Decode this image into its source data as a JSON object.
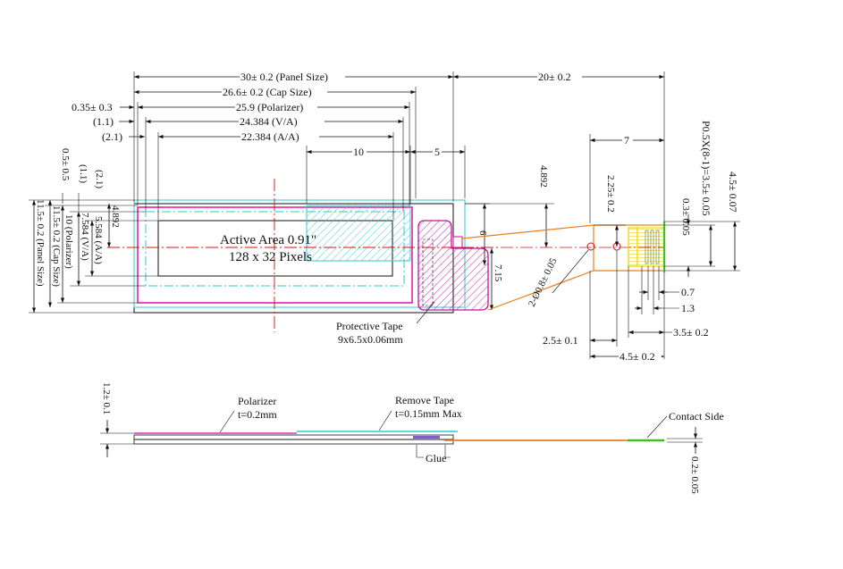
{
  "dimensions": {
    "panel_width": "30± 0.2 (Panel Size)",
    "cap_width": "26.6± 0.2 (Cap Size)",
    "polarizer_width": "25.9 (Polarizer)",
    "va_width": "24.384 (V/A)",
    "aa_width": "22.384 (A/A)",
    "left_offset_1": "0.35± 0.3",
    "left_offset_2": "(1.1)",
    "left_offset_3": "(2.1)",
    "ten": "10",
    "five": "5",
    "fpc_length": "20± 0.2",
    "panel_height": "11.5± 0.2 (Panel Size)",
    "cap_height": "11.5± 0.2 (Cap Size)",
    "polarizer_height": "10 (Polarizer)",
    "va_height": "7.584 (V/A)",
    "aa_height": "5.584 (A/A)",
    "v_offset_1": "0.5± 0.5",
    "v_offset_2": "(1.1)",
    "v_offset_3": "(2.1)",
    "v_4892_a": "4.892",
    "v_4892_b": "4.892",
    "six": "6",
    "seven_15": "7.15",
    "seven": "7",
    "pitch": "P0.5X(8-1)=3.5± 0.05",
    "v_4_5": "4.5± 0.07",
    "v_0_3": "0.3± 0.05",
    "v_2_25": "2.25± 0.2",
    "hole": "2-Ø0.8± 0.05",
    "d_0_7": "0.7",
    "d_1_3": "1.3",
    "d_2_5": "2.5± 0.1",
    "d_3_5": "3.5± 0.2",
    "d_4_5": "4.5± 0.2",
    "thickness": "1.2± 0.1",
    "fpc_thickness": "0.2± 0.05"
  },
  "labels": {
    "active_area": "Active Area 0.91\"",
    "pixels": "128 x 32 Pixels",
    "protective_tape": "Protective Tape",
    "protective_tape_size": "9x6.5x0.06mm",
    "polarizer": "Polarizer",
    "polarizer_t": "t=0.2mm",
    "remove_tape": "Remove Tape",
    "remove_tape_t": "t=0.15mm Max",
    "glue": "Glue",
    "contact_side": "Contact Side"
  },
  "colors": {
    "polarizer": "#e0009a",
    "cap": "#2fc8c8",
    "hatch_cyan": "#30c8d0",
    "hatch_magenta": "#c0149a",
    "fpc": "#e88020",
    "centerline": "#d81010",
    "contact": "#40c020",
    "pads": "#e6d400",
    "glue": "#8060c0"
  }
}
